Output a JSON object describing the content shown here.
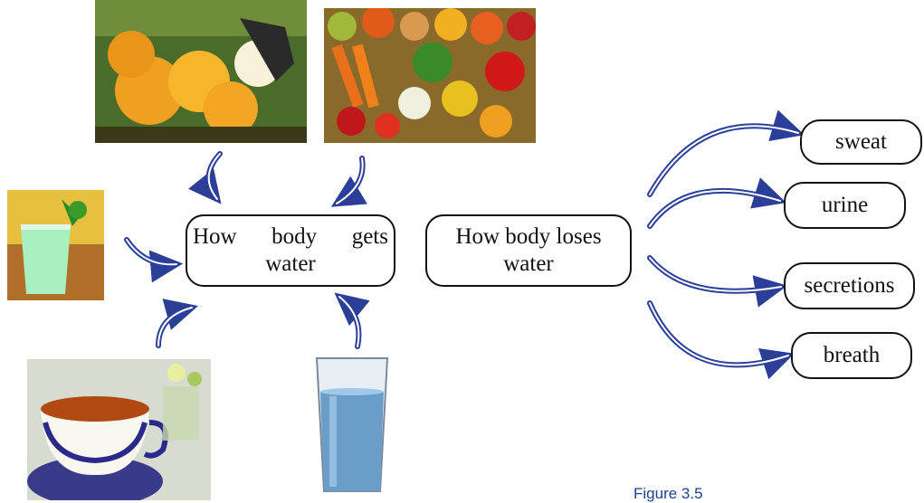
{
  "center": {
    "gets_line1_words": [
      "How",
      "body",
      "gets"
    ],
    "gets_line2": "water",
    "loses_line1": "How body loses",
    "loses_line2": "water"
  },
  "outputs": [
    {
      "label": "sweat"
    },
    {
      "label": "urine"
    },
    {
      "label": "secretions"
    },
    {
      "label": "breath"
    }
  ],
  "images": [
    {
      "name": "coconut-photo"
    },
    {
      "name": "vegetables-photo"
    },
    {
      "name": "juice-photo"
    },
    {
      "name": "tea-photo"
    },
    {
      "name": "water-glass-photo"
    }
  ],
  "colors": {
    "arrow": "#2b3f99",
    "box_border": "#111111",
    "caption": "#1f3f8f"
  },
  "caption": "Figure 3.5"
}
